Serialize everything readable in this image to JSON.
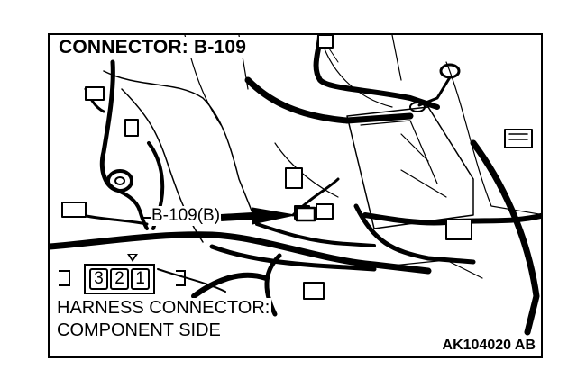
{
  "diagram": {
    "title": "CONNECTOR: B-109",
    "callout_label": "B-109(B)",
    "caption_line1": "HARNESS CONNECTOR:",
    "caption_line2": "COMPONENT SIDE",
    "figure_code": "AK104020 AB",
    "pin_numbers": [
      "3",
      "2",
      "1"
    ]
  }
}
